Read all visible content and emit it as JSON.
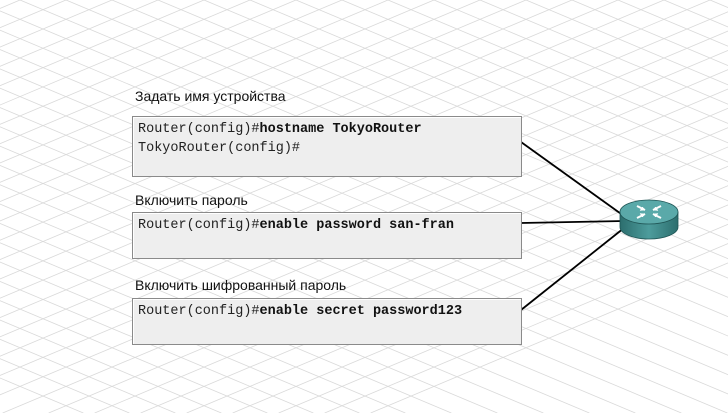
{
  "blocks": [
    {
      "label": "Задать имя устройства",
      "lines": [
        {
          "prompt": "Router(config)#",
          "command": "hostname TokyoRouter"
        },
        {
          "prompt": "TokyoRouter(config)#",
          "command": ""
        }
      ]
    },
    {
      "label": "Включить пароль",
      "lines": [
        {
          "prompt": "Router(config)#",
          "command": "enable password san-fran"
        }
      ]
    },
    {
      "label": "Включить шифрованный пароль",
      "lines": [
        {
          "prompt": "Router(config)#",
          "command": "enable secret password123"
        }
      ]
    }
  ],
  "device": {
    "icon": "router-icon"
  },
  "colors": {
    "box_bg": "#eeeeee",
    "router": "#3f8f8f",
    "link": "#000000"
  }
}
